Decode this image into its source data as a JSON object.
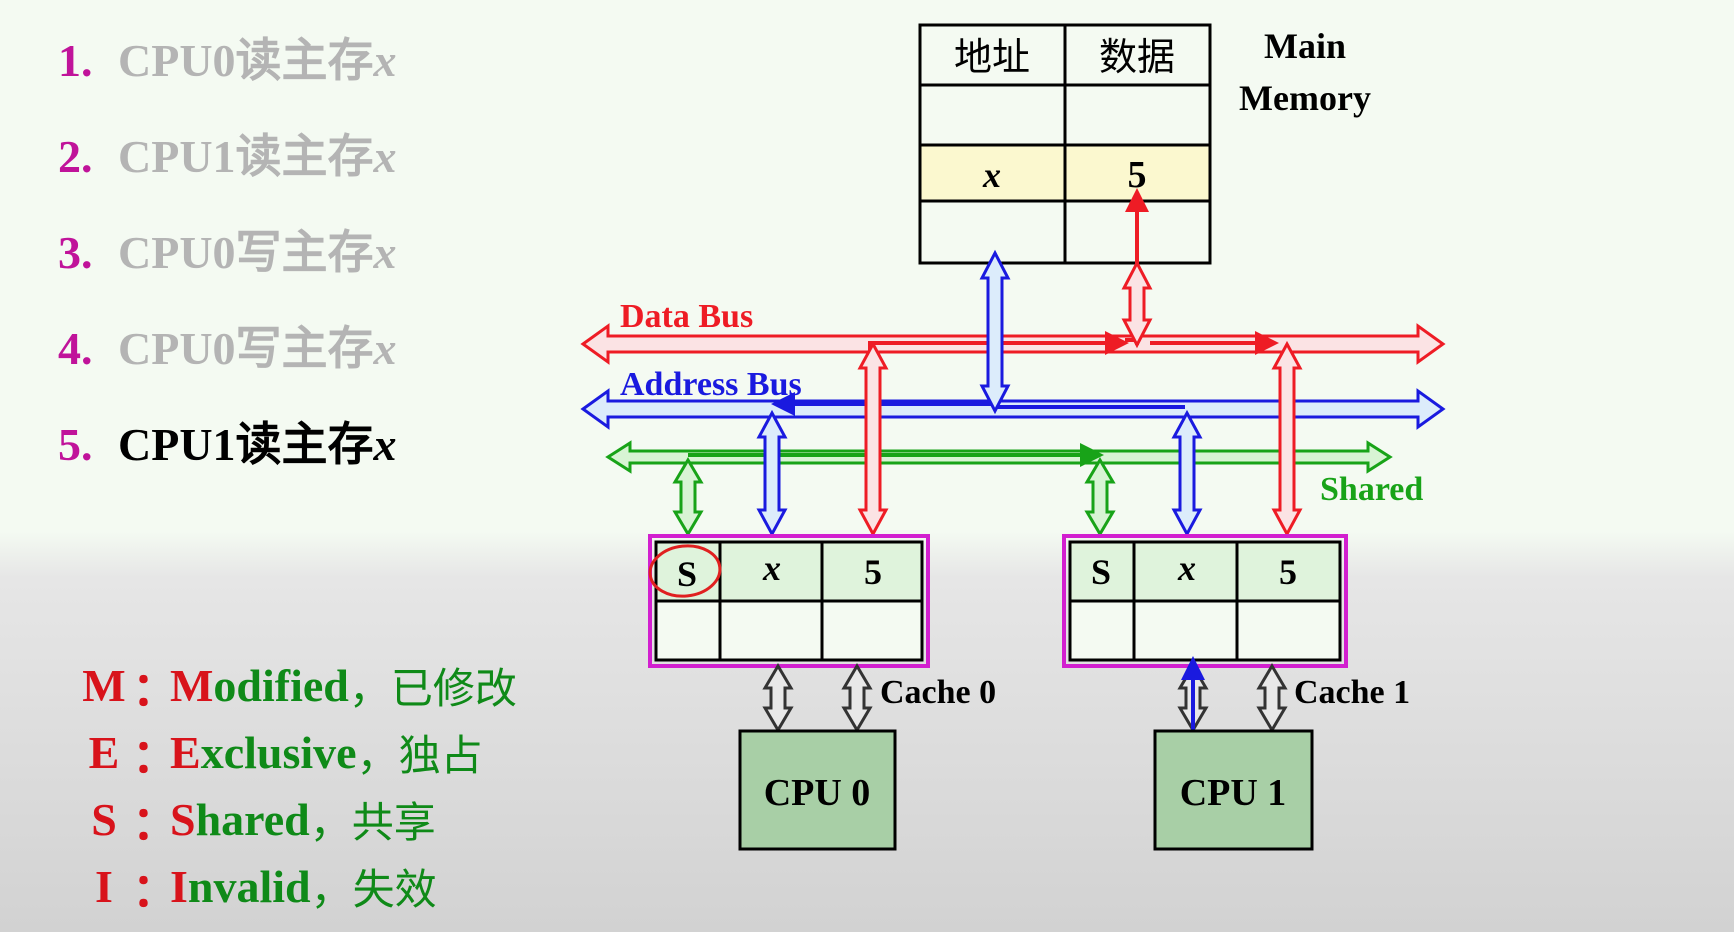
{
  "steps": [
    {
      "num": "1.",
      "text": "CPU0读主存",
      "var": "x",
      "active": false
    },
    {
      "num": "2.",
      "text": "CPU1读主存",
      "var": "x",
      "active": false
    },
    {
      "num": "3.",
      "text": "CPU0写主存",
      "var": "x",
      "active": false
    },
    {
      "num": "4.",
      "text": "CPU0写主存",
      "var": "x",
      "active": false
    },
    {
      "num": "5.",
      "text": "CPU1读主存",
      "var": "x",
      "active": true
    }
  ],
  "memory": {
    "title_line1": "Main",
    "title_line2": "Memory",
    "col_addr": "地址",
    "col_data": "数据",
    "addr": "x",
    "value": "5"
  },
  "buses": {
    "data": "Data Bus",
    "address": "Address Bus",
    "shared": "Shared"
  },
  "cache0": {
    "label": "Cache 0",
    "state": "S",
    "addr": "x",
    "value": "5"
  },
  "cache1": {
    "label": "Cache 1",
    "state": "S",
    "addr": "x",
    "value": "5"
  },
  "cpu0": "CPU 0",
  "cpu1": "CPU 1",
  "legend": [
    {
      "key": "M",
      "sep": "：",
      "first": "M",
      "rest": "odified",
      "desc": "，已修改"
    },
    {
      "key": "E",
      "sep": "：",
      "first": "E",
      "rest": "xclusive",
      "desc": "，独占"
    },
    {
      "key": "S",
      "sep": "：",
      "first": "S",
      "rest": "hared",
      "desc": "，共享"
    },
    {
      "key": "I",
      "sep": "：",
      "first": "I",
      "rest": "nvalid",
      "desc": "，失效"
    }
  ],
  "colors": {
    "data_bus": "#ee1c25",
    "address_bus": "#1a1adf",
    "shared_bus": "#18a318",
    "cache_border": "#d21fcf",
    "cpu_fill": "#a8cfa6",
    "highlight_row": "#fbf8cf"
  }
}
